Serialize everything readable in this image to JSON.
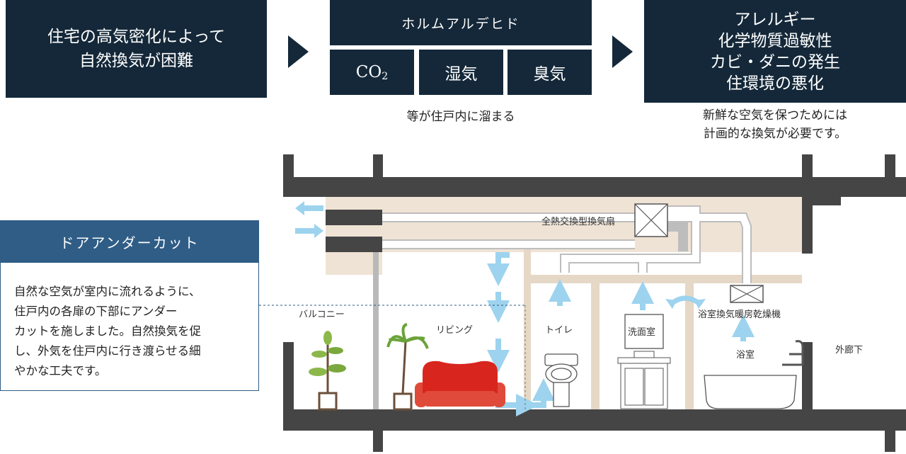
{
  "box1": {
    "line1": "住宅の高気密化によって",
    "line2": "自然換気が困難"
  },
  "pollutants": {
    "header": "ホルムアルデヒド",
    "co2": "CO",
    "co2_sub": "2",
    "humidity": "湿気",
    "odor": "臭気",
    "caption": "等が住戸内に溜まる"
  },
  "box3": {
    "line1": "アレルギー",
    "line2": "化学物質過敏性",
    "line3": "カビ・ダニの発生",
    "line4": "住環境の悪化"
  },
  "need_caption": {
    "line1": "新鮮な空気を保つためには",
    "line2": "計画的な換気が必要です。"
  },
  "door_undercut": {
    "title": "ドアアンダーカット",
    "lines": [
      "自然な空気が室内に流れるように、",
      "住戸内の各扉の下部にアンダー",
      "カットを施しました。自然換気を促",
      "し、外気を住戸内に行き渡らせる細",
      "やかな工夫です。"
    ]
  },
  "diagram_labels": {
    "fan": "全熱交換型換気扇",
    "balcony": "バルコニー",
    "living": "リビング",
    "toilet": "トイレ",
    "washroom": "洗面室",
    "bath_dryer": "浴室換気暖房乾燥機",
    "bathroom": "浴室",
    "corridor": "外廊下"
  },
  "colors": {
    "navy": "#142839",
    "door_blue": "#2f5d86",
    "wall": "#454545",
    "air_arrow": "#9dd3ee",
    "ceiling": "#efe3d5",
    "sofa": "#d8261f"
  }
}
